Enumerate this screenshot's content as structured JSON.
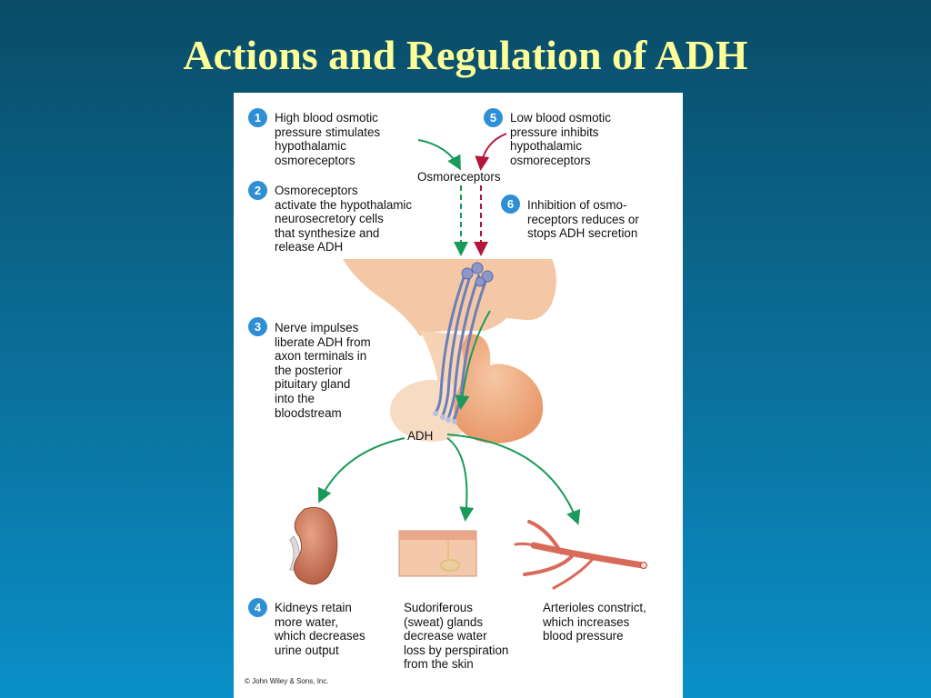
{
  "slide": {
    "title": "Actions and Regulation of ADH"
  },
  "diagram": {
    "steps": [
      {
        "number": "1",
        "text": "High blood osmotic\npressure stimulates\nhypothalamic\nosmoreceptors"
      },
      {
        "number": "2",
        "text": "Osmoreceptors\nactivate the hypothalamic\nneurosecretory cells\nthat synthesize and\nrelease ADH"
      },
      {
        "number": "3",
        "text": "Nerve impulses\nliberate ADH from\naxon terminals in\nthe posterior\npituitary gland\ninto the\nbloodstream"
      },
      {
        "number": "4",
        "text": "Kidneys retain\nmore water,\nwhich decreases\nurine output"
      },
      {
        "number": "5",
        "text": "Low blood osmotic\npressure inhibits\nhypothalamic\nosmoreceptors"
      },
      {
        "number": "6",
        "text": "Inhibition of osmo-\nreceptors reduces or\nstops ADH secretion"
      }
    ],
    "labels": {
      "osmoreceptors": "Osmoreceptors",
      "adh": "ADH"
    },
    "effects": {
      "sweat": "Sudoriferous\n(sweat) glands\ndecrease water\nloss by perspiration\nfrom the skin",
      "arterioles": "Arterioles constrict,\nwhich increases\nblood pressure"
    },
    "copyright": "© John Wiley & Sons, Inc.",
    "colors": {
      "stimulate_arrow": "#1a9a5a",
      "inhibit_arrow": "#b3163a",
      "badge": "#2f8fd6",
      "title": "#ffff99"
    }
  }
}
